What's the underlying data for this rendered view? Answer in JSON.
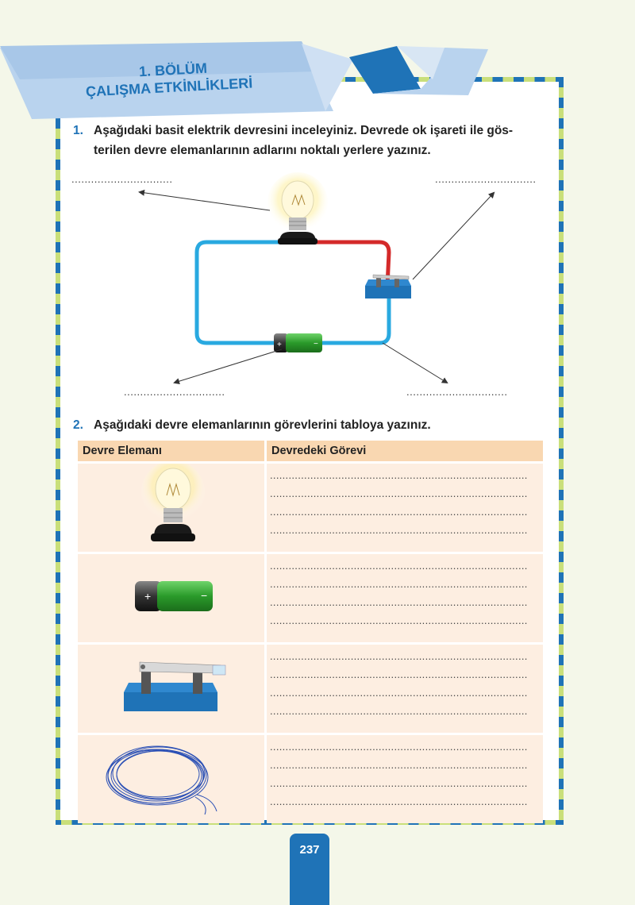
{
  "header": {
    "line1": "1. BÖLÜM",
    "line2": "ÇALIŞMA ETKİNLİKLERİ"
  },
  "question1": {
    "number": "1.",
    "line1": "Aşağıdaki basit elektrik devresini inceleyiniz. Devrede ok işareti ile gös-",
    "line2": "terilen devre elemanlarının adlarını noktalı yerlere yazınız.",
    "blank": "..............................."
  },
  "question2": {
    "number": "2.",
    "text": "Aşağıdaki devre elemanlarının görevlerini tabloya yazınız.",
    "col1": "Devre Elemanı",
    "col2": "Devredeki Görevi",
    "line": "...................................................................................",
    "battery_plus": "+",
    "battery_minus": "−"
  },
  "page_number": "237",
  "colors": {
    "accent_blue": "#1f73b7",
    "accent_green": "#c9df7a",
    "table_header": "#f9d7b1",
    "table_cell": "#fdeee1"
  }
}
